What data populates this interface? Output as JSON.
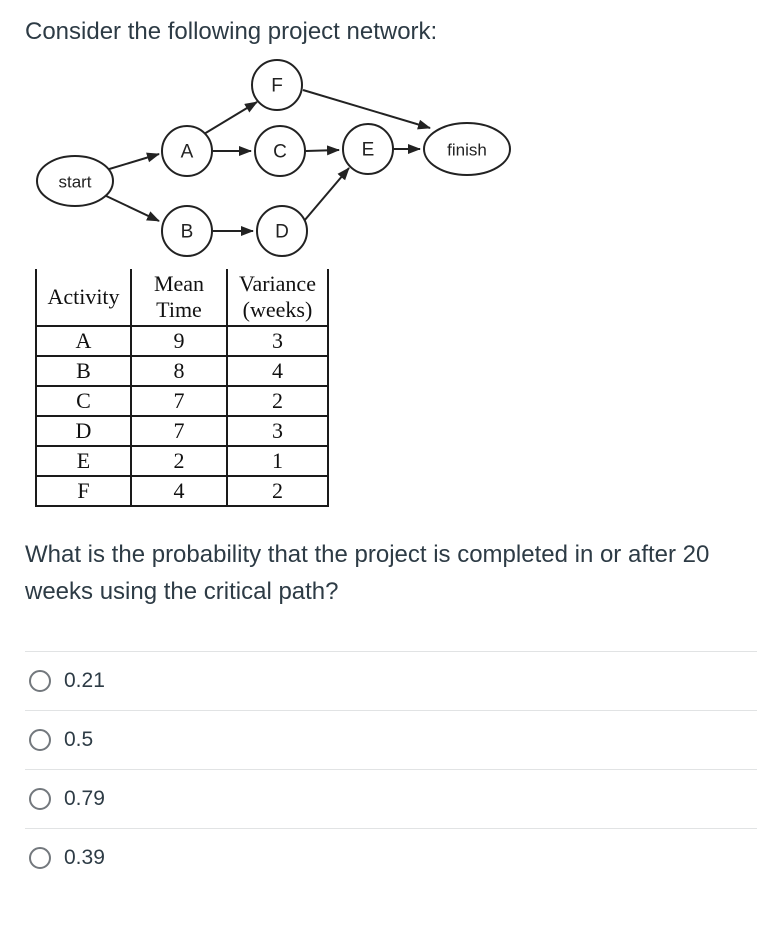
{
  "colors": {
    "text": "#2d3b45",
    "divider": "#e1e3e4",
    "diagram_stroke": "#222222",
    "table_border": "#1a1a1a"
  },
  "page": {
    "title": "Consider the following project network:"
  },
  "diagram": {
    "nodes": {
      "start": {
        "label": "start"
      },
      "a": {
        "label": "A"
      },
      "b": {
        "label": "B"
      },
      "c": {
        "label": "C"
      },
      "d": {
        "label": "D"
      },
      "e": {
        "label": "E"
      },
      "f": {
        "label": "F"
      },
      "finish": {
        "label": "finish"
      }
    },
    "edges": [
      {
        "from": "start",
        "to": "A"
      },
      {
        "from": "start",
        "to": "B"
      },
      {
        "from": "A",
        "to": "F"
      },
      {
        "from": "A",
        "to": "C"
      },
      {
        "from": "B",
        "to": "D"
      },
      {
        "from": "C",
        "to": "E"
      },
      {
        "from": "D",
        "to": "E"
      },
      {
        "from": "E",
        "to": "finish"
      },
      {
        "from": "F",
        "to": "finish"
      }
    ]
  },
  "table": {
    "headers": [
      "Activity",
      "Mean Time",
      "Variance (weeks)"
    ],
    "rows": [
      {
        "activity": "A",
        "mean": "9",
        "variance": "3"
      },
      {
        "activity": "B",
        "mean": "8",
        "variance": "4"
      },
      {
        "activity": "C",
        "mean": "7",
        "variance": "2"
      },
      {
        "activity": "D",
        "mean": "7",
        "variance": "3"
      },
      {
        "activity": "E",
        "mean": "2",
        "variance": "1"
      },
      {
        "activity": "F",
        "mean": "4",
        "variance": "2"
      }
    ]
  },
  "question": {
    "text": "What is the probability that the project is completed in or after 20 weeks using the critical path?"
  },
  "options": [
    {
      "label": "0.21",
      "selected": false
    },
    {
      "label": "0.5",
      "selected": false
    },
    {
      "label": "0.79",
      "selected": false
    },
    {
      "label": "0.39",
      "selected": false
    }
  ]
}
